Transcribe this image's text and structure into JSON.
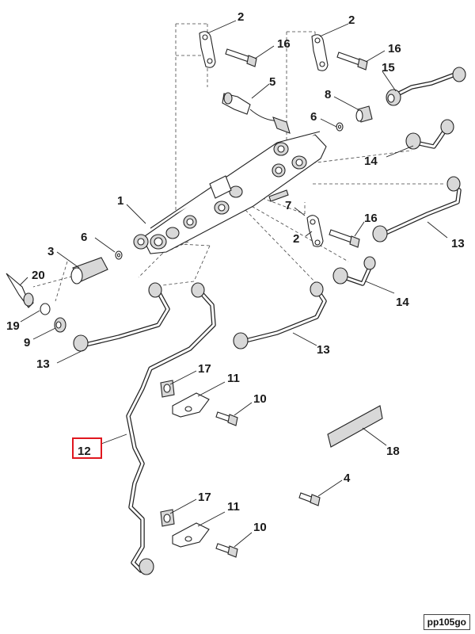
{
  "diagram": {
    "callouts": {
      "c2a": "2",
      "c2b": "2",
      "c2c": "2",
      "c16a": "16",
      "c16b": "16",
      "c16c": "16",
      "c15": "15",
      "c5": "5",
      "c8": "8",
      "c6a": "6",
      "c6b": "6",
      "c14a": "14",
      "c14b": "14",
      "c1": "1",
      "c7": "7",
      "c13a": "13",
      "c13b": "13",
      "c13c": "13",
      "c3": "3",
      "c20": "20",
      "c19": "19",
      "c9": "9",
      "c17a": "17",
      "c17b": "17",
      "c11a": "11",
      "c11b": "11",
      "c10a": "10",
      "c10b": "10",
      "c12": "12",
      "c18": "18",
      "c4": "4"
    },
    "highlighted_part": "12",
    "highlight_color": "#e0171f",
    "drawing_code": "pp105go"
  }
}
